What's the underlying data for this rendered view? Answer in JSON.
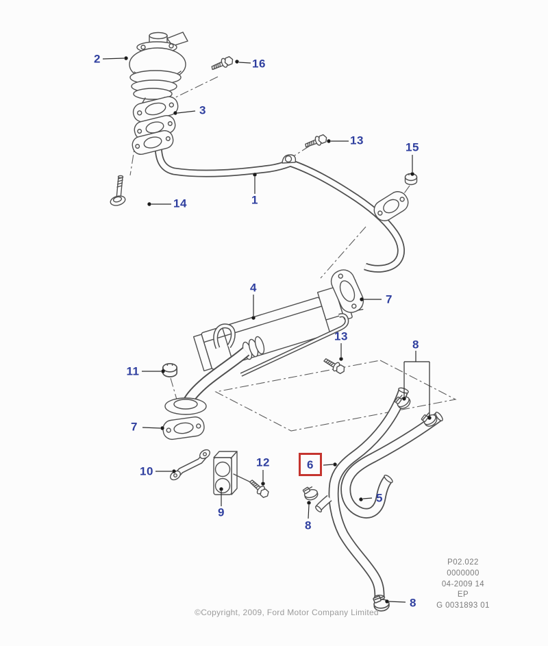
{
  "diagram": {
    "description_label": "EGR system exploded parts diagram",
    "copyright": "©Copyright, 2009, Ford Motor Company Limited",
    "plate": {
      "lines": [
        "P02.022",
        "0000000",
        "04-2009 14",
        "EP",
        "G 0031893 01"
      ]
    },
    "highlighted_part": "6",
    "callouts": [
      {
        "part": "2"
      },
      {
        "part": "16"
      },
      {
        "part": "3"
      },
      {
        "part": "13"
      },
      {
        "part": "15"
      },
      {
        "part": "14"
      },
      {
        "part": "1"
      },
      {
        "part": "4"
      },
      {
        "part": "7"
      },
      {
        "part": "13"
      },
      {
        "part": "8"
      },
      {
        "part": "11"
      },
      {
        "part": "7"
      },
      {
        "part": "10"
      },
      {
        "part": "12"
      },
      {
        "part": "6"
      },
      {
        "part": "9"
      },
      {
        "part": "8"
      },
      {
        "part": "5"
      },
      {
        "part": "8"
      }
    ],
    "colors": {
      "callout_text": "#2f3f9f",
      "highlight_box": "#c5352f",
      "line_art": "#4f4f4f",
      "background": "#fcfcfc"
    }
  }
}
